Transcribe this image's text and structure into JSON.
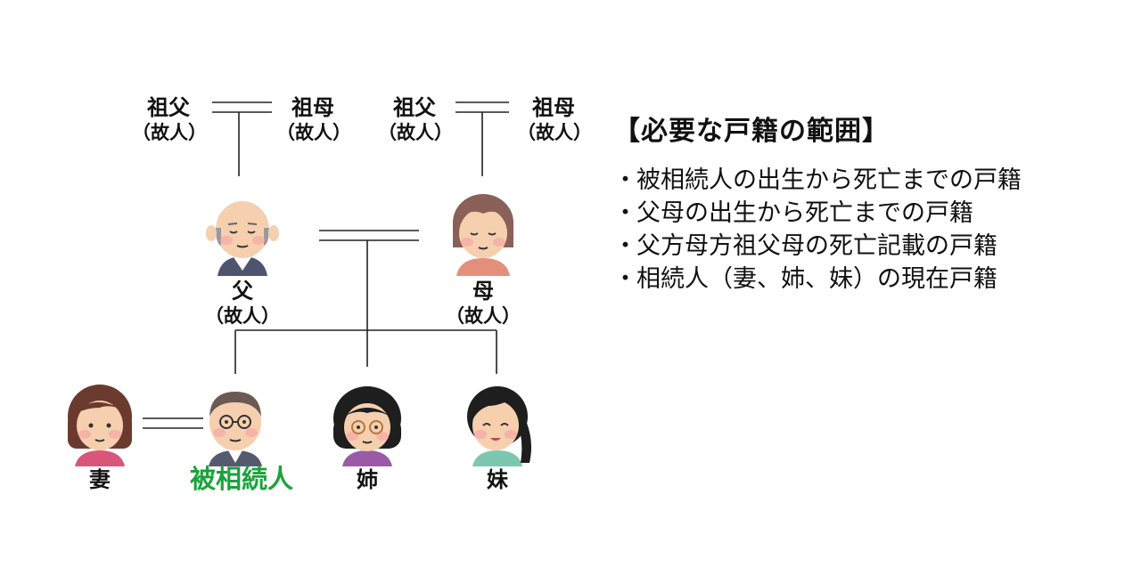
{
  "diagram": {
    "grandparents_paternal": {
      "grandfather": {
        "name": "祖父",
        "status": "（故人）"
      },
      "grandmother": {
        "name": "祖母",
        "status": "（故人）"
      }
    },
    "grandparents_maternal": {
      "grandfather": {
        "name": "祖父",
        "status": "（故人）"
      },
      "grandmother": {
        "name": "祖母",
        "status": "（故人）"
      }
    },
    "father": {
      "name": "父",
      "status": "（故人）"
    },
    "mother": {
      "name": "母",
      "status": "（故人）"
    },
    "wife": {
      "name": "妻"
    },
    "decedent": {
      "name": "被相続人",
      "color": "#1aa33a"
    },
    "elder_sister": {
      "name": "姉"
    },
    "younger_sister": {
      "name": "妹"
    }
  },
  "panel": {
    "title": "【必要な戸籍の範囲】",
    "bullet": "・",
    "items": [
      "被相続人の出生から死亡までの戸籍",
      "父母の出生から死亡までの戸籍",
      "父方母方祖父母の死亡記載の戸籍",
      "相続人（妻、姉、妹）の現在戸籍"
    ]
  }
}
